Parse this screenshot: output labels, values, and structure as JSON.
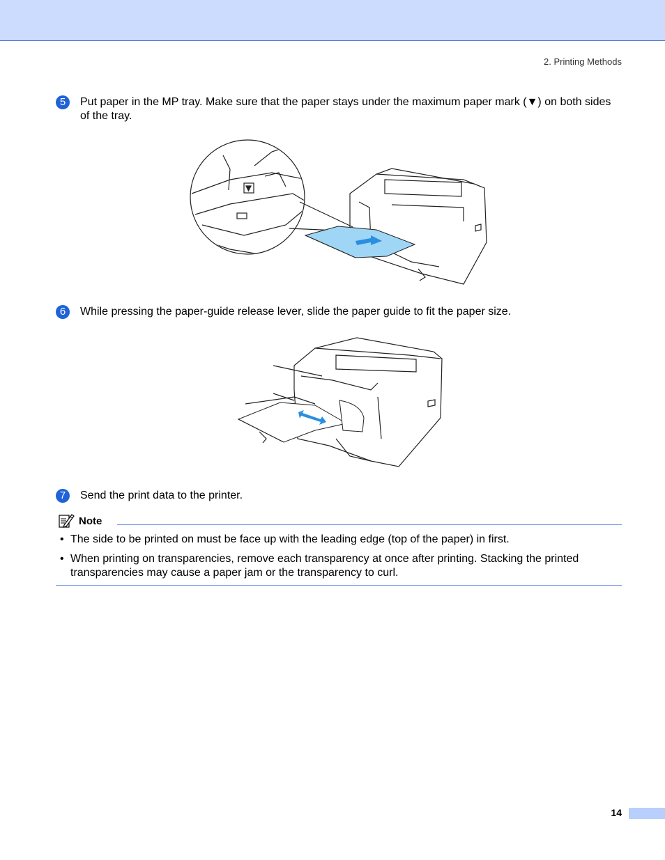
{
  "header": {
    "section": "2. Printing Methods"
  },
  "steps": [
    {
      "number": "5",
      "text": "Put paper in the MP tray. Make sure that the paper stays under the maximum paper mark (▼) on both sides of the tray."
    },
    {
      "number": "6",
      "text": "While pressing the paper-guide release lever, slide the paper guide to fit the paper size."
    },
    {
      "number": "7",
      "text": "Send the print data to the printer."
    }
  ],
  "note": {
    "title": "Note",
    "items": [
      "The side to be printed on must be face up with the leading edge (top of the paper) in first.",
      "When printing on transparencies, remove each transparency at once after printing. Stacking the printed transparencies may cause a paper jam or the transparency to curl."
    ]
  },
  "footer": {
    "page_number": "14"
  },
  "colors": {
    "header_band": "#cbdcff",
    "accent_blue": "#1f63d6",
    "rule_blue": "#6e93e6",
    "paper_blue": "#9fd6f5"
  }
}
